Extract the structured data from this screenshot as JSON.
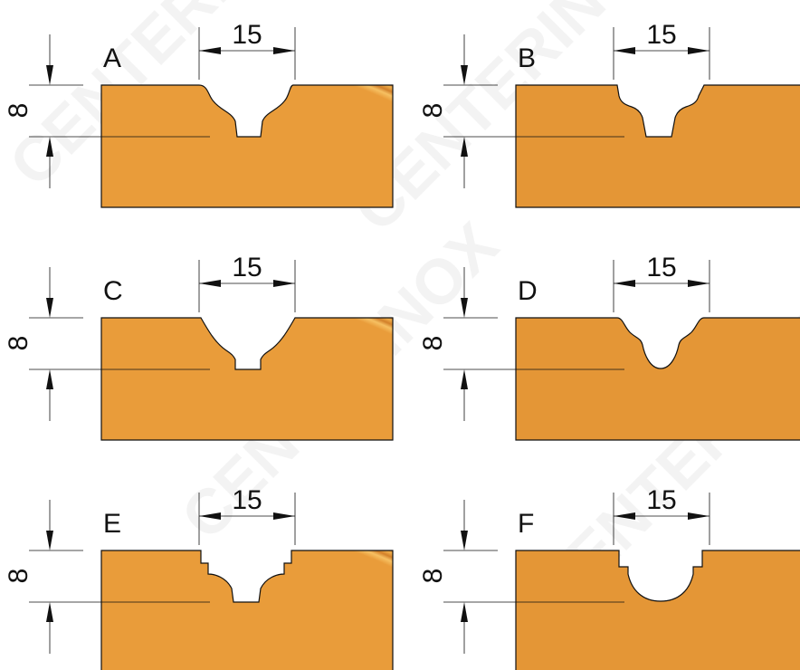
{
  "profiles": [
    {
      "id": "A",
      "width_label": "15",
      "depth_label": "8",
      "groove": "ogee-flat"
    },
    {
      "id": "B",
      "width_label": "15",
      "depth_label": "8",
      "groove": "bead-flat"
    },
    {
      "id": "C",
      "width_label": "15",
      "depth_label": "8",
      "groove": "round-flat"
    },
    {
      "id": "D",
      "width_label": "15",
      "depth_label": "8",
      "groove": "bead-round"
    },
    {
      "id": "E",
      "width_label": "15",
      "depth_label": "8",
      "groove": "step-round-flat"
    },
    {
      "id": "F",
      "width_label": "15",
      "depth_label": "8",
      "groove": "step-round"
    }
  ],
  "colors": {
    "wood_light": "#f2b14a",
    "wood_mid": "#d98a28",
    "wood_dark": "#a9581a",
    "line": "#111111"
  }
}
